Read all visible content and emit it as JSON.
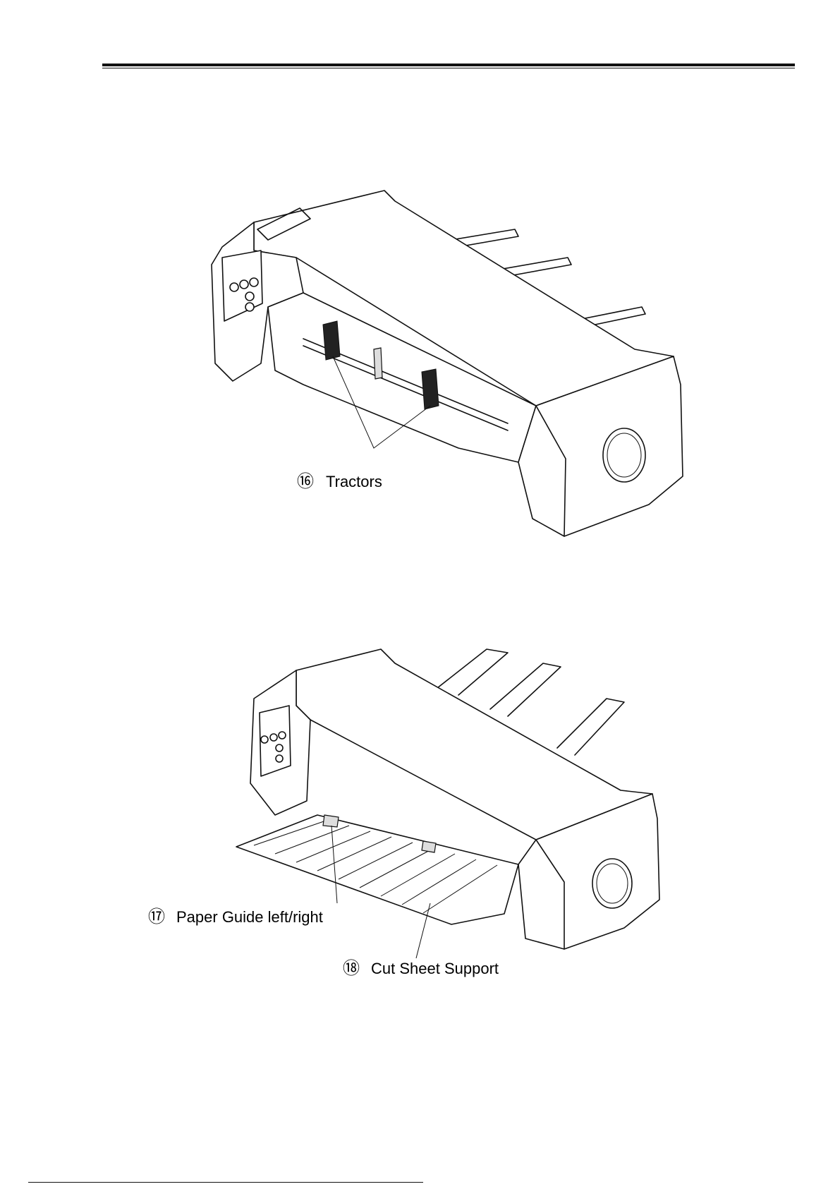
{
  "figure_1": {
    "callout_number": "16",
    "callout_label": "Tractors"
  },
  "figure_2": {
    "callout_1_number": "17",
    "callout_1_label": "Paper Guide left/right",
    "callout_2_number": "18",
    "callout_2_label": "Cut Sheet Support"
  }
}
